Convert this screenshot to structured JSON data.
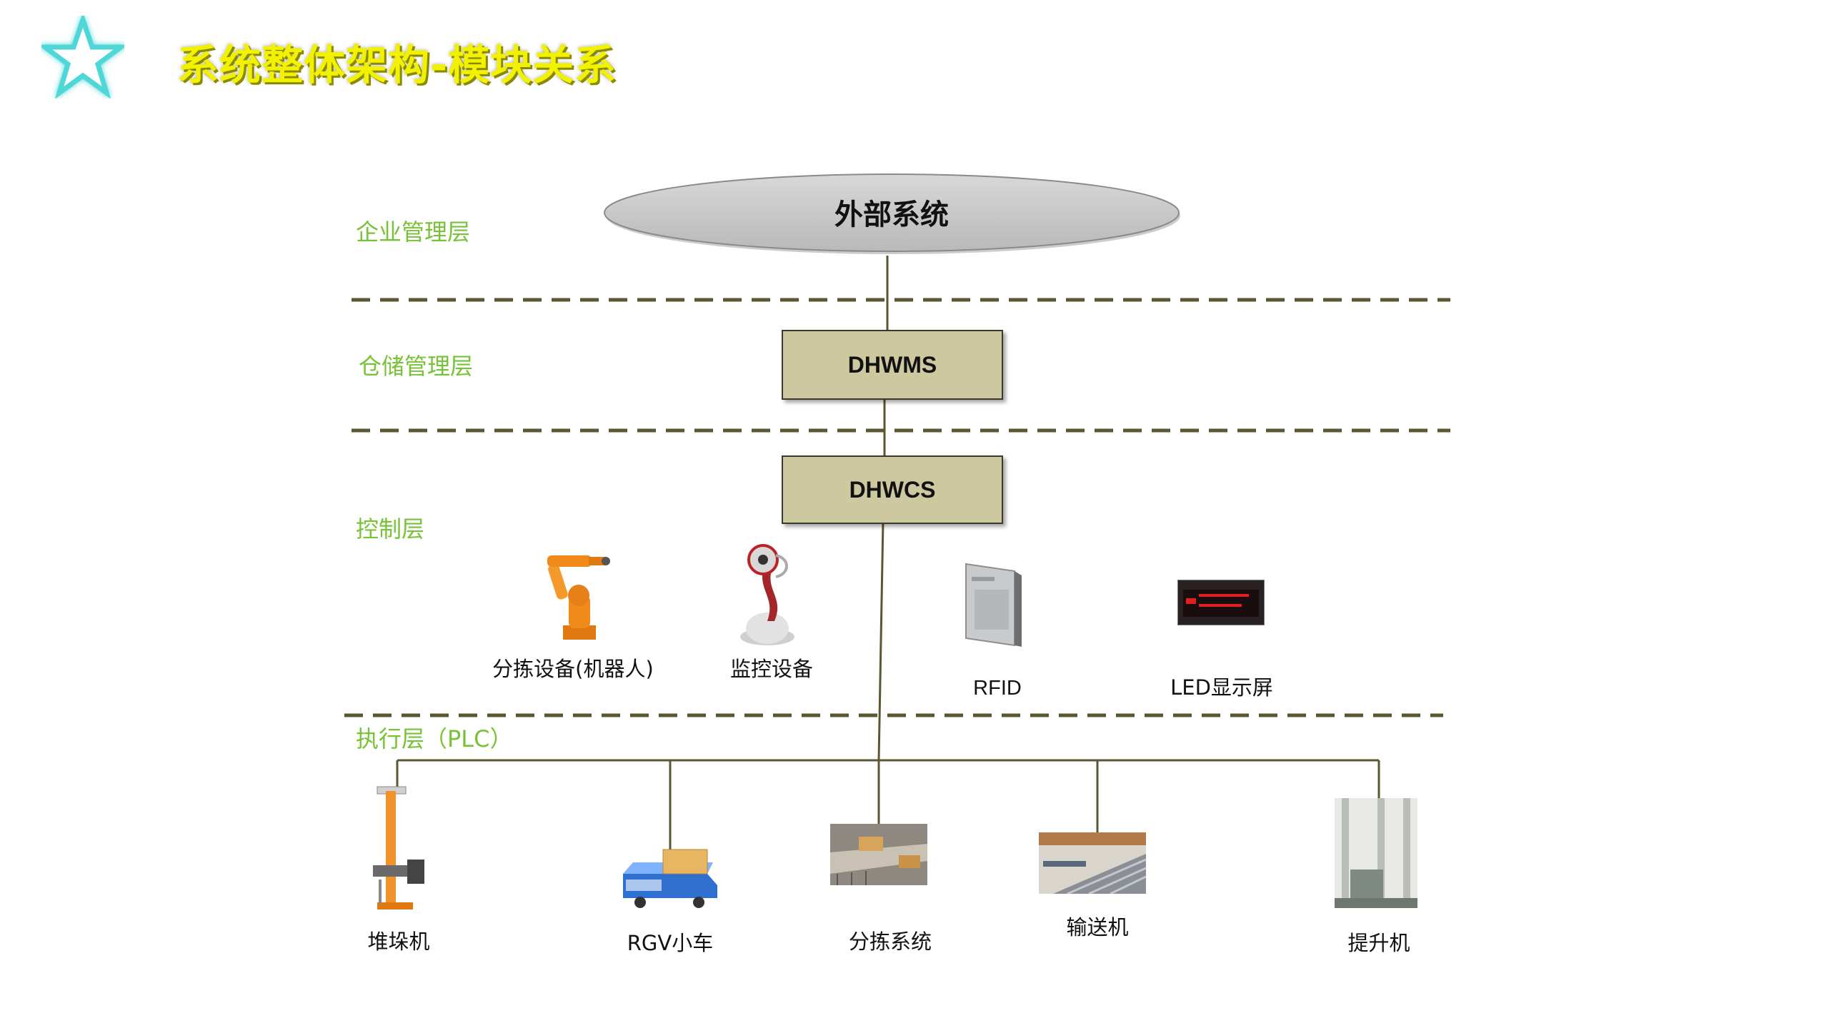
{
  "title": "系统整体架构-模块关系",
  "layers": {
    "enterprise": "企业管理层",
    "warehouse": "仓储管理层",
    "control": "控制层",
    "execution": "执行层（PLC）"
  },
  "nodes": {
    "external": "外部系统",
    "wms": "DHWMS",
    "wcs": "DHWCS"
  },
  "control_devices": {
    "robot": "分拣设备(机器人)",
    "monitor": "监控设备",
    "rfid": "RFID",
    "led": "LED显示屏"
  },
  "execution_devices": {
    "stacker": "堆垛机",
    "rgv": "RGV小车",
    "sorter": "分拣系统",
    "conveyor": "输送机",
    "lift": "提升机"
  },
  "colors": {
    "title": "#f2f200",
    "layer_label": "#78c238",
    "node_fill": "#cdc8a0",
    "line": "#5c5632",
    "divider": "#5c5632"
  }
}
